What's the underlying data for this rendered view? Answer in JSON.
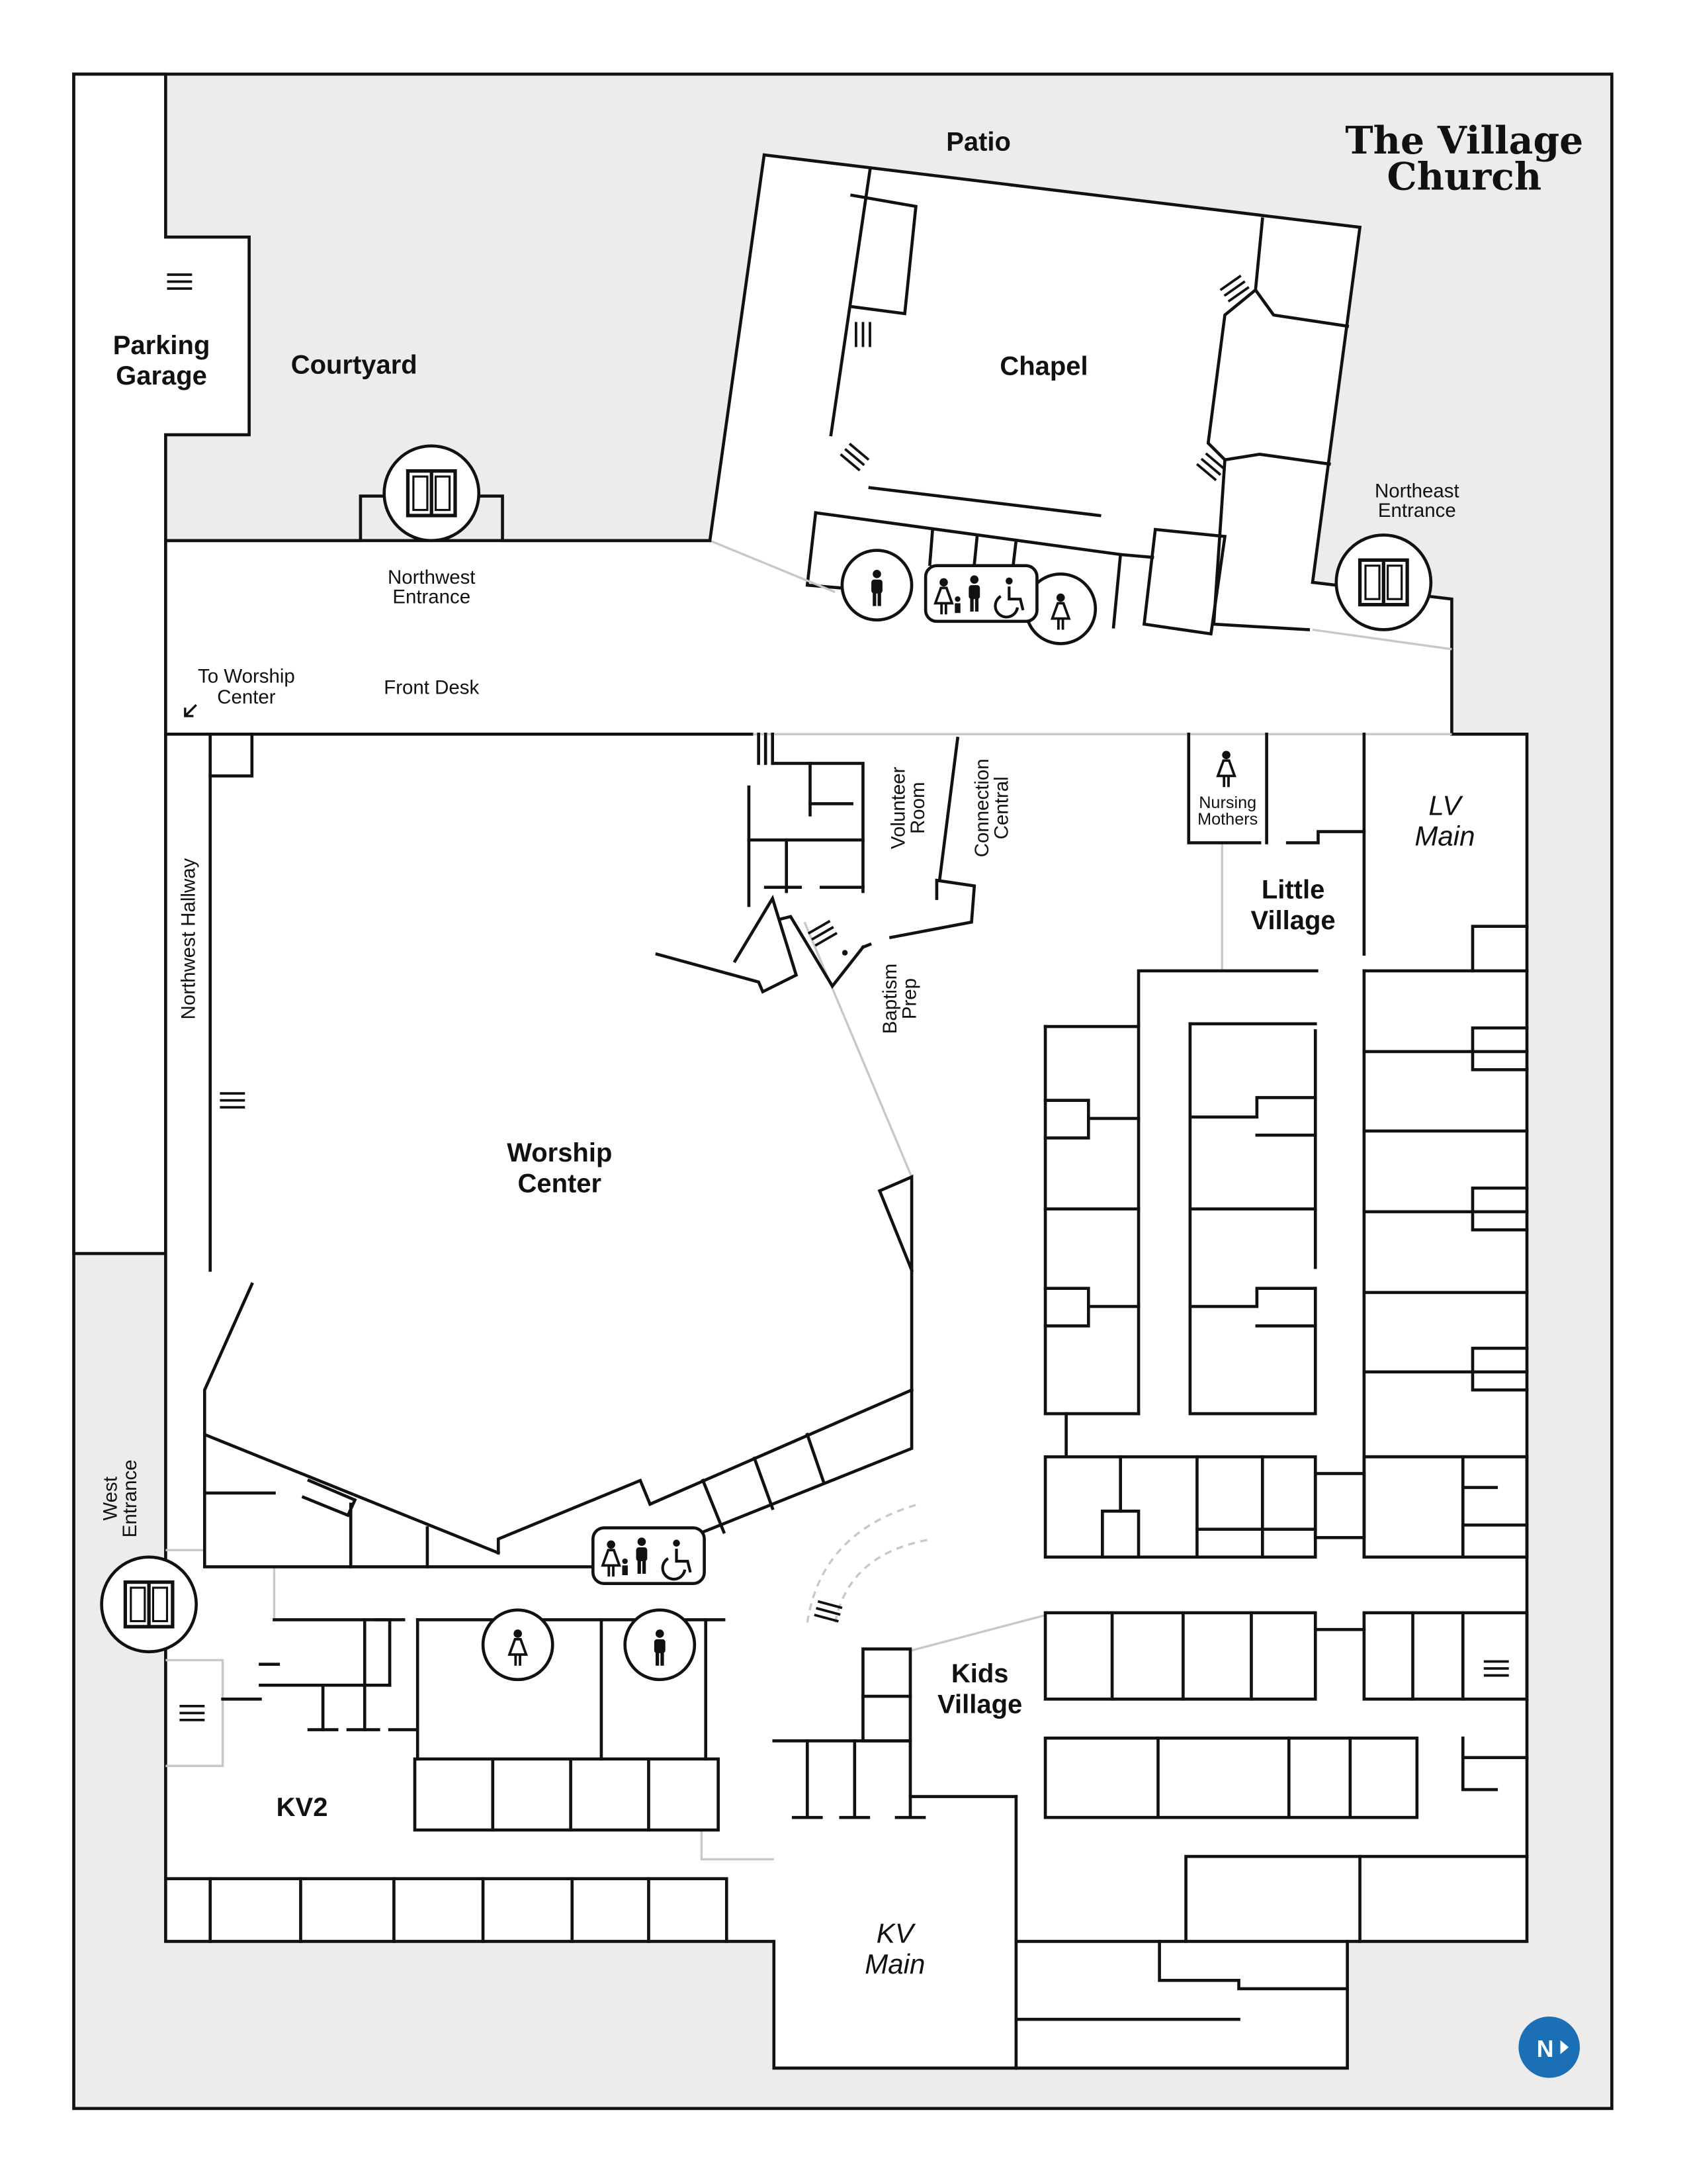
{
  "title": {
    "line1": "The Village",
    "line2": "Church"
  },
  "areas": {
    "patio": "Patio",
    "courtyard": "Courtyard",
    "parking": [
      "Parking",
      "Garage"
    ],
    "chapel": "Chapel",
    "worship": [
      "Worship",
      "Center"
    ],
    "little_village": [
      "Little",
      "Village"
    ],
    "lv_main": [
      "LV",
      "Main"
    ],
    "kids_village": [
      "Kids",
      "Village"
    ],
    "kv_main": [
      "KV",
      "Main"
    ],
    "kv2": "KV2"
  },
  "rooms": {
    "front_desk": "Front Desk",
    "volunteer": [
      "Volunteer",
      "Room"
    ],
    "connection": [
      "Connection",
      "Central"
    ],
    "baptism": [
      "Baptism",
      "Prep"
    ],
    "nursing": [
      "Nursing",
      "Mothers"
    ],
    "northwest_hallway": "Northwest Hallway",
    "to_worship": [
      "To Worship",
      "Center"
    ]
  },
  "entrances": {
    "northwest": [
      "Northwest",
      "Entrance"
    ],
    "northeast": [
      "Northeast",
      "Entrance"
    ],
    "west": [
      "West",
      "Entrance"
    ]
  },
  "compass": {
    "label": "N",
    "color": "#1a6fb5"
  },
  "colors": {
    "background": "#edecea",
    "floor": "#ffffff",
    "wall": "#111111"
  }
}
